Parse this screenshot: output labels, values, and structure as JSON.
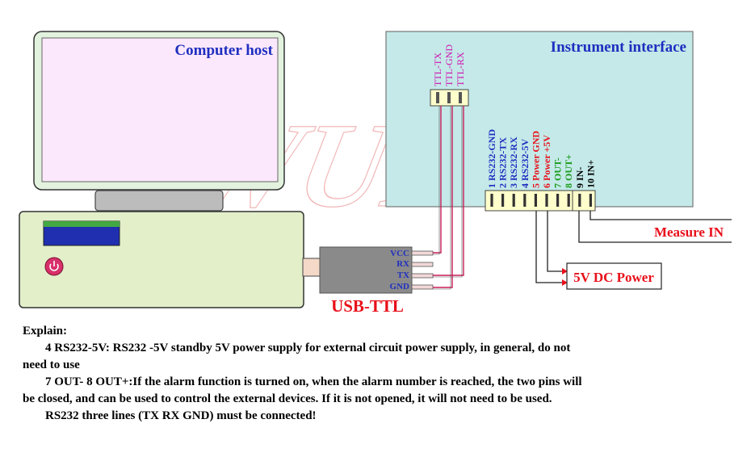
{
  "computer": {
    "title": "Computer host"
  },
  "instrument": {
    "title": "Instrument interface",
    "pins": [
      {
        "label": "1 RS232-GND",
        "color": "#1f2fc0"
      },
      {
        "label": "2 RS232-TX",
        "color": "#1f2fc0"
      },
      {
        "label": "3 RS232-RX",
        "color": "#1f2fc0"
      },
      {
        "label": "4 RS232-5V",
        "color": "#1f2fc0"
      },
      {
        "label": "5 Power GND",
        "color": "#e8101a"
      },
      {
        "label": "6 Power +5V",
        "color": "#e8101a"
      },
      {
        "label": "7 OUT-",
        "color": "#1a9a1a"
      },
      {
        "label": "8 OUT+",
        "color": "#1a9a1a"
      },
      {
        "label": "9 IN-",
        "color": "#000000"
      },
      {
        "label": "10 IN+",
        "color": "#000000"
      }
    ]
  },
  "ttl_header": {
    "labels": [
      "TTL-TX",
      "TTL-GND",
      "TTL-RX"
    ],
    "color": "#d010b0"
  },
  "usb_ttl": {
    "title": "USB-TTL",
    "pins": [
      "VCC",
      "RX",
      "TX",
      "GND"
    ]
  },
  "labels": {
    "measure_in": "Measure IN",
    "dc_power": "5V DC Power"
  },
  "watermark": "GWUNW",
  "explain": {
    "heading": "Explain:",
    "line1a": "4 RS232-5V: RS232 -5V standby 5V power supply for external circuit power supply, in general, do not",
    "line1b": "need to use",
    "line2a": "7 OUT- 8 OUT+:If the alarm function is turned on, when the alarm number is reached, the two pins will",
    "line2b": "be closed, and can be used to control the external devices. If it is not opened, it will not need to be used.",
    "line3": "RS232 three lines (TX RX GND) must be connected!"
  },
  "colors": {
    "monitor_screen": "#fce8fc",
    "monitor_bezel": "#e2f2de",
    "base_body": "#e2efc9",
    "instrument_bg": "#c4e9e8",
    "connector_fill": "#ffffcc",
    "wire_pink": "#c81e5a",
    "usb_body": "#8a8a8a",
    "red_label": "#e8101a",
    "blue_label": "#1f2fc0",
    "power_button": "#d8306a"
  }
}
